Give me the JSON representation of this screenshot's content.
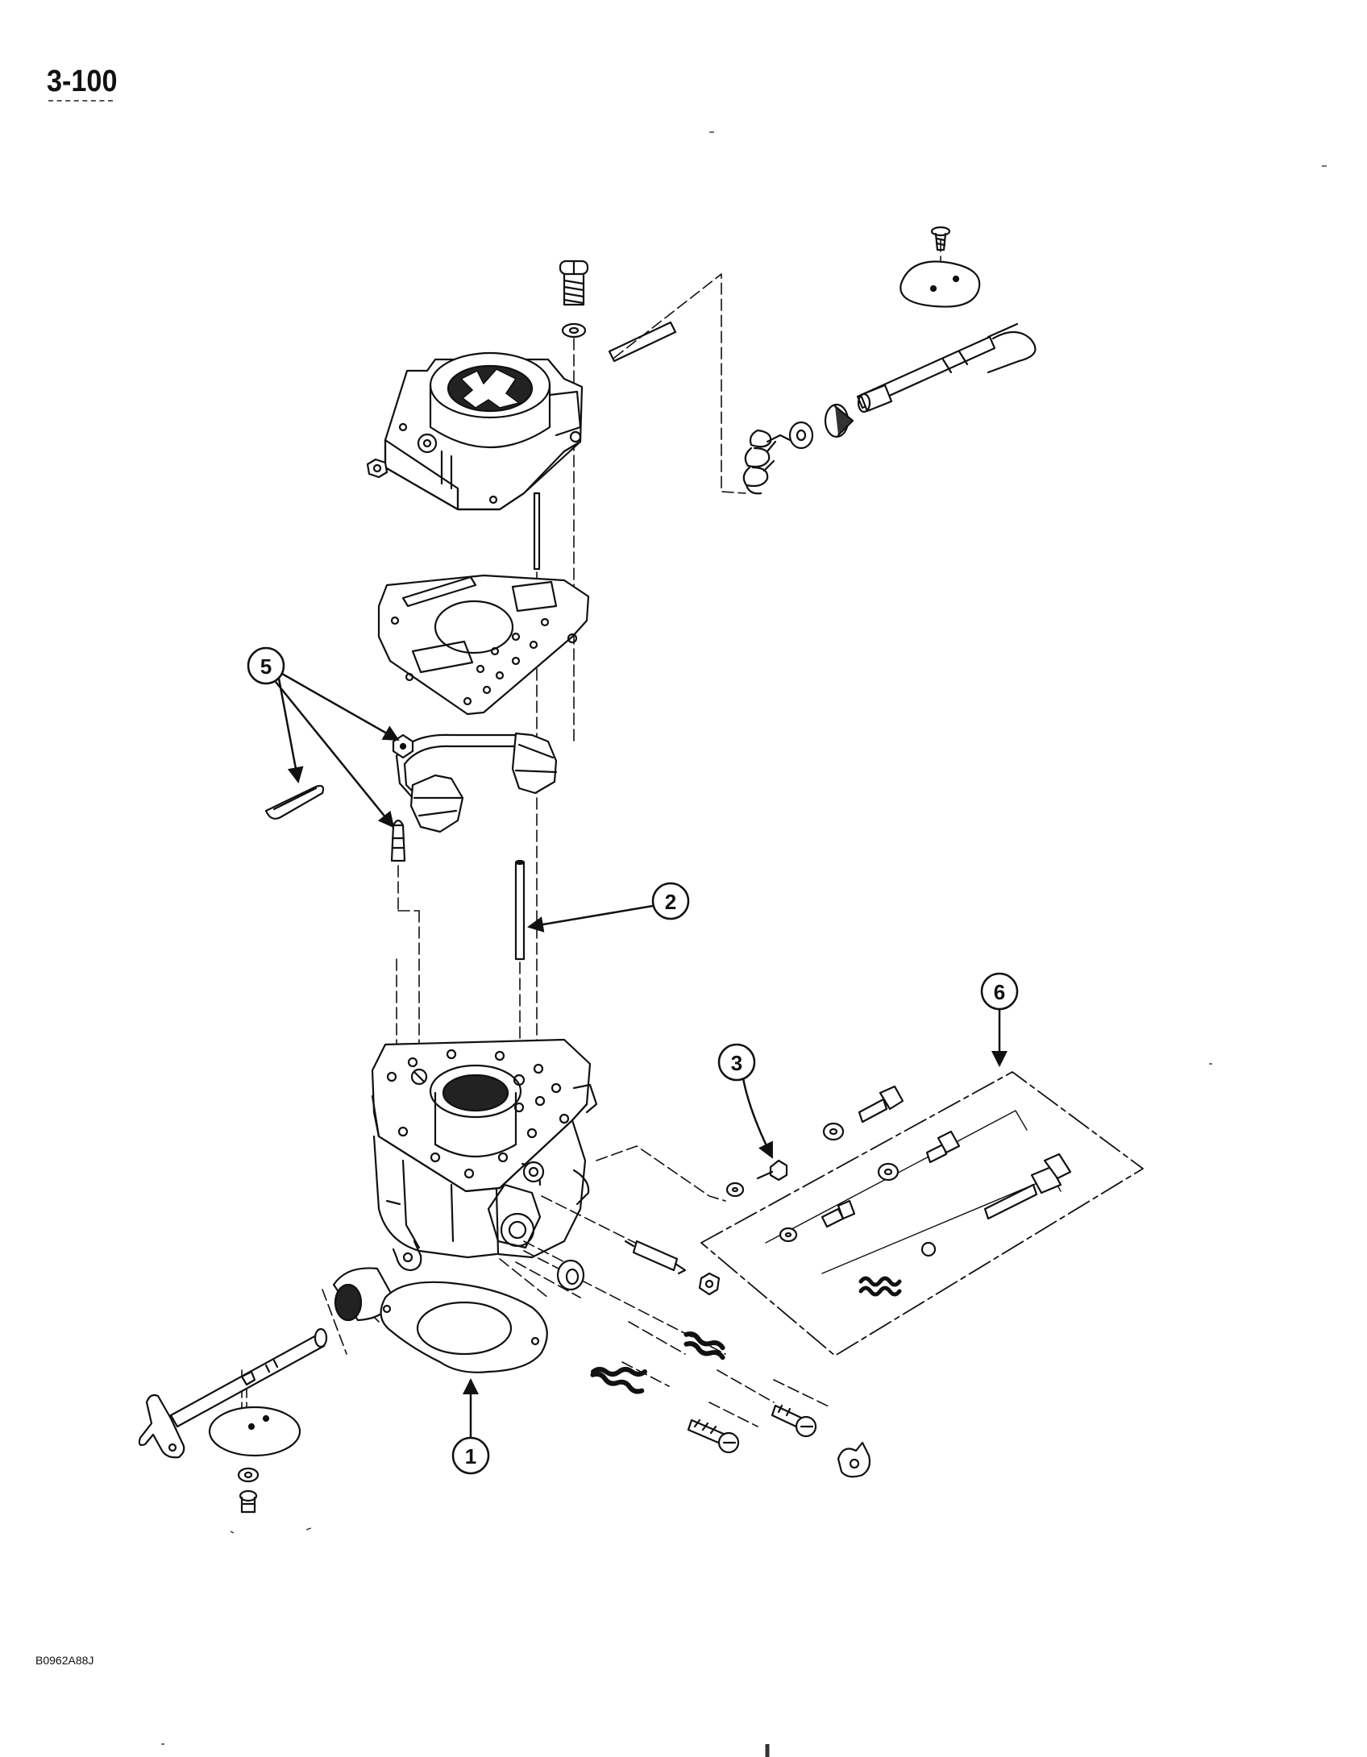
{
  "page_number": "3-100",
  "figure_code": "B0962A88J",
  "callouts": [
    {
      "id": "1",
      "label": "1"
    },
    {
      "id": "2",
      "label": "2"
    },
    {
      "id": "3",
      "label": "3"
    },
    {
      "id": "5",
      "label": "5"
    },
    {
      "id": "6",
      "label": "6"
    }
  ],
  "colors": {
    "ink": "#111111",
    "paper": "#ffffff",
    "shade": "#444444"
  }
}
